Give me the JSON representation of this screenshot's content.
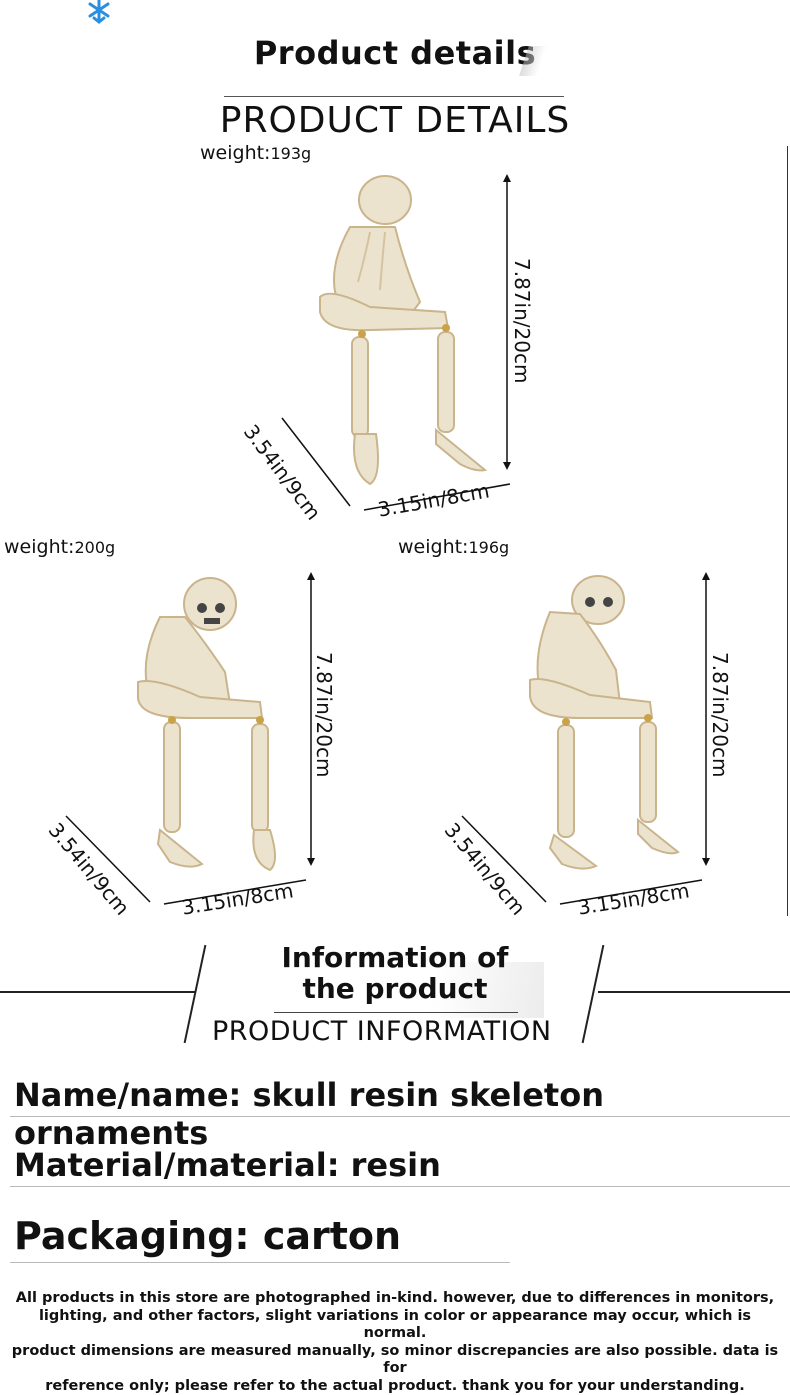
{
  "header": {
    "title": "Product details",
    "subtitle": "PRODUCT DETAILS"
  },
  "products": [
    {
      "weight_label": "weight:",
      "weight_value": "193g",
      "height": "7.87in/20cm",
      "depth": "3.54in/9cm",
      "width": "3.15in/8cm"
    },
    {
      "weight_label": "weight:",
      "weight_value": "200g",
      "height": "7.87in/20cm",
      "depth": "3.54in/9cm",
      "width": "3.15in/8cm"
    },
    {
      "weight_label": "weight:",
      "weight_value": "196g",
      "height": "7.87in/20cm",
      "depth": "3.54in/9cm",
      "width": "3.15in/8cm"
    }
  ],
  "info": {
    "title_line1": "Information of",
    "title_line2": "the product",
    "subtitle": "PRODUCT INFORMATION"
  },
  "specs": [
    "Name/name: skull resin skeleton ornaments",
    "Material/material: resin",
    "Packaging: carton"
  ],
  "disclaimer": {
    "line1": "All products in this store are photographed in-kind. however, due to differences in monitors,",
    "line2": "lighting, and other factors, slight variations in color or appearance may occur, which is normal.",
    "line3": "product dimensions are measured manually, so minor discrepancies are also possible. data is for",
    "line4": "reference only; please refer to the actual product. thank you for your understanding."
  },
  "colors": {
    "resin": "#ece3cf",
    "resin_shade": "#d4c3a0",
    "accent_icon": "#2a8fe0",
    "text": "#111111"
  },
  "icons": [
    "snowflake-icon"
  ]
}
